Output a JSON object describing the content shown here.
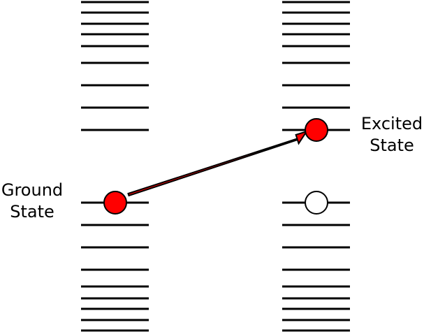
{
  "labels": {
    "ground_state": [
      "Ground",
      "State"
    ],
    "excited_state": [
      "Excited",
      "State"
    ]
  },
  "colors": {
    "level_line": "#000000",
    "electron_fill": "#ff0000",
    "hole_fill": "#ffffff",
    "arrow_fill": "#ff0000",
    "outline": "#000000"
  },
  "icons": {
    "electron": "red-filled-circle",
    "hole": "white-empty-circle",
    "transition": "red-arrow"
  }
}
